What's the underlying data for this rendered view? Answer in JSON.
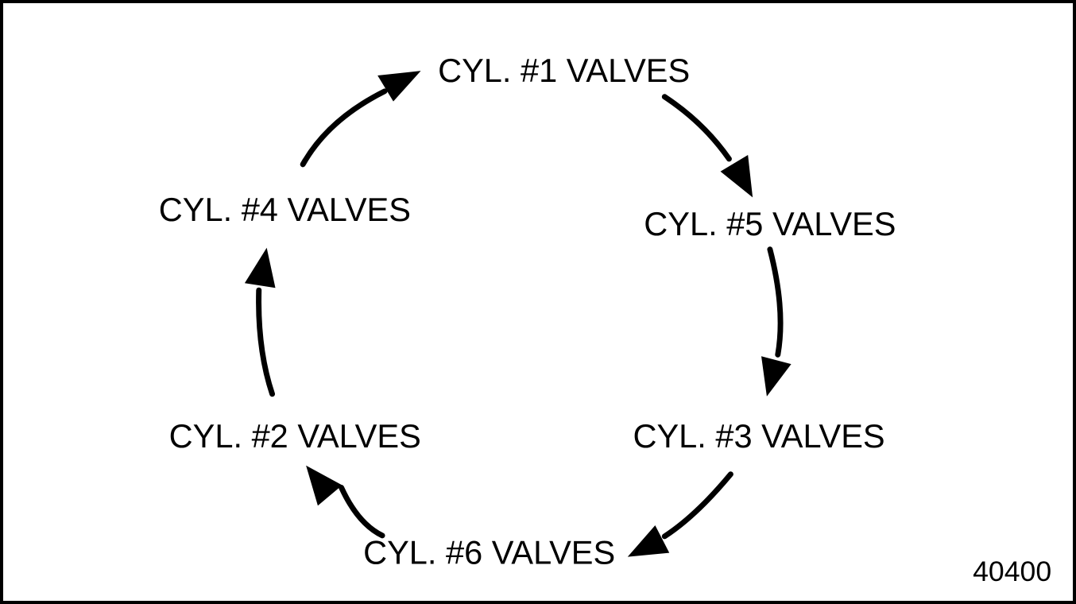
{
  "figure": {
    "figure_number": "40400",
    "diagram_type": "cycle",
    "ink_color": "#000000",
    "background_color": "#ffffff",
    "nodes": [
      {
        "id": "cyl1",
        "label": "CYL. #1 VALVES",
        "position": "top"
      },
      {
        "id": "cyl5",
        "label": "CYL. #5 VALVES",
        "position": "upper-right"
      },
      {
        "id": "cyl3",
        "label": "CYL. #3 VALVES",
        "position": "lower-right"
      },
      {
        "id": "cyl6",
        "label": "CYL. #6 VALVES",
        "position": "bottom"
      },
      {
        "id": "cyl2",
        "label": "CYL. #2 VALVES",
        "position": "lower-left"
      },
      {
        "id": "cyl4",
        "label": "CYL. #4 VALVES",
        "position": "upper-left"
      }
    ],
    "sequence": [
      "cyl1",
      "cyl5",
      "cyl3",
      "cyl6",
      "cyl2",
      "cyl4"
    ],
    "arrows": [
      {
        "from": "cyl1",
        "to": "cyl5",
        "direction": "clockwise"
      },
      {
        "from": "cyl5",
        "to": "cyl3",
        "direction": "clockwise"
      },
      {
        "from": "cyl3",
        "to": "cyl6",
        "direction": "clockwise"
      },
      {
        "from": "cyl6",
        "to": "cyl2",
        "direction": "clockwise"
      },
      {
        "from": "cyl2",
        "to": "cyl4",
        "direction": "clockwise"
      },
      {
        "from": "cyl4",
        "to": "cyl1",
        "direction": "clockwise"
      }
    ]
  }
}
